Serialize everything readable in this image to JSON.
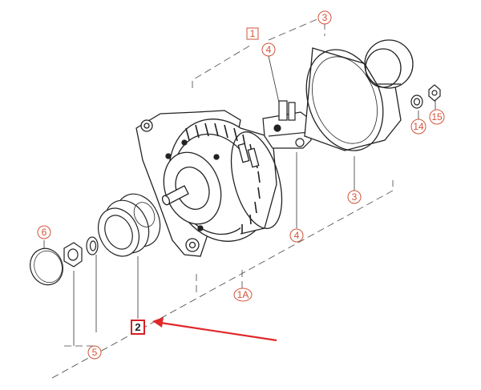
{
  "diagram": {
    "callouts": [
      {
        "id": "c1",
        "label": "1"
      },
      {
        "id": "c2",
        "label": "2"
      },
      {
        "id": "c3a",
        "label": "3"
      },
      {
        "id": "c3b",
        "label": "3"
      },
      {
        "id": "c4a",
        "label": "4"
      },
      {
        "id": "c4b",
        "label": "4"
      },
      {
        "id": "c5",
        "label": "5"
      },
      {
        "id": "c6",
        "label": "6"
      },
      {
        "id": "c14",
        "label": "14"
      },
      {
        "id": "c15",
        "label": "15"
      },
      {
        "id": "c1a",
        "label": "1A"
      }
    ],
    "colors": {
      "line": "#222222",
      "callout": "#d2533a",
      "arrow": "#e0282b",
      "highlight_box": "#d81f26"
    }
  }
}
